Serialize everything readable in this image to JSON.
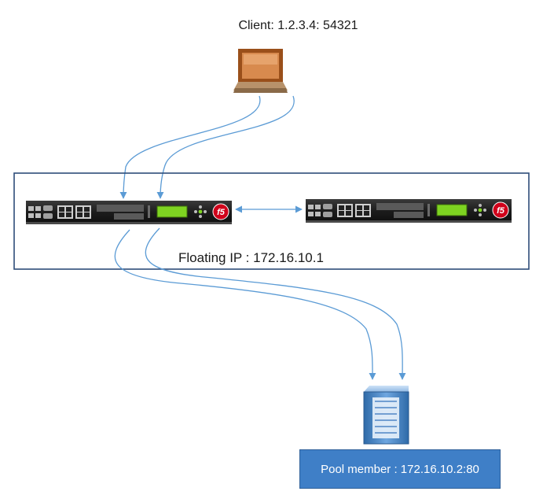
{
  "client": {
    "label": "Client: 1.2.3.4: 54321"
  },
  "cluster": {
    "floating_ip_label": "Floating IP : 172.16.10.1"
  },
  "pool": {
    "label": "Pool member : 172.16.10.2:80"
  },
  "colors": {
    "connector": "#5b9bd5",
    "cluster_border": "#2e4d7a",
    "pool_fill": "#3f7fc7",
    "device_body": "#1e1e1e",
    "device_lcd": "#7ed321",
    "f5_logo": "#d0021b",
    "laptop_body": "#c26a2b",
    "server_body": "#4f86c6"
  },
  "icons": [
    "laptop-icon",
    "load-balancer-icon",
    "server-icon",
    "f5-logo-icon"
  ]
}
